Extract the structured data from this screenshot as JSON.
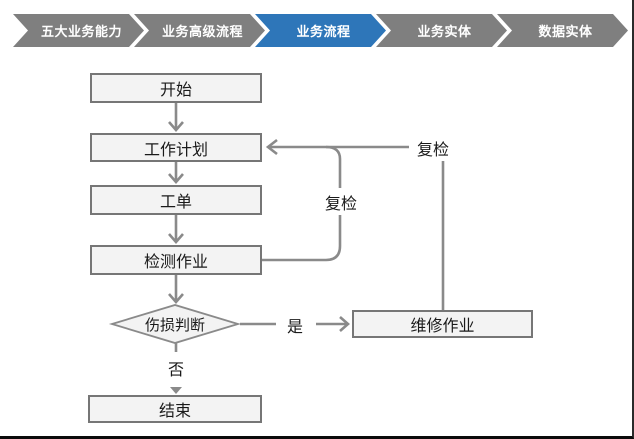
{
  "breadcrumb": {
    "items": [
      {
        "label": "五大业务能力",
        "active": false
      },
      {
        "label": "业务高级流程",
        "active": false
      },
      {
        "label": "业务流程",
        "active": true
      },
      {
        "label": "业务实体",
        "active": false
      },
      {
        "label": "数据实体",
        "active": false
      }
    ],
    "active_color": "#2e76b9",
    "inactive_color": "#7f7f7f",
    "text_color": "#ffffff"
  },
  "flowchart": {
    "nodes": [
      {
        "id": "start",
        "label": "开始",
        "shape": "rect"
      },
      {
        "id": "work-plan",
        "label": "工作计划",
        "shape": "rect"
      },
      {
        "id": "work-order",
        "label": "工单",
        "shape": "rect"
      },
      {
        "id": "inspection-job",
        "label": "检测作业",
        "shape": "rect"
      },
      {
        "id": "damage-decision",
        "label": "伤损判断",
        "shape": "diamond"
      },
      {
        "id": "repair-job",
        "label": "维修作业",
        "shape": "rect"
      },
      {
        "id": "end",
        "label": "结束",
        "shape": "rect"
      }
    ],
    "edges": [
      {
        "from": "start",
        "to": "work-plan",
        "label": ""
      },
      {
        "from": "work-plan",
        "to": "work-order",
        "label": ""
      },
      {
        "from": "work-order",
        "to": "inspection-job",
        "label": ""
      },
      {
        "from": "inspection-job",
        "to": "damage-decision",
        "label": ""
      },
      {
        "from": "damage-decision",
        "to": "repair-job",
        "label": "是"
      },
      {
        "from": "damage-decision",
        "to": "end",
        "label": "否"
      },
      {
        "from": "inspection-job",
        "to": "work-plan",
        "label": "复检"
      },
      {
        "from": "repair-job",
        "to": "work-plan",
        "label": "复检"
      }
    ],
    "edge_labels": {
      "yes": "是",
      "no": "否",
      "recheck_inner": "复检",
      "recheck_outer": "复检"
    },
    "colors": {
      "node_fill": "#f3f3f3",
      "node_border": "#767676",
      "line": "#8a8a8a",
      "text": "#1a1a1a"
    }
  }
}
